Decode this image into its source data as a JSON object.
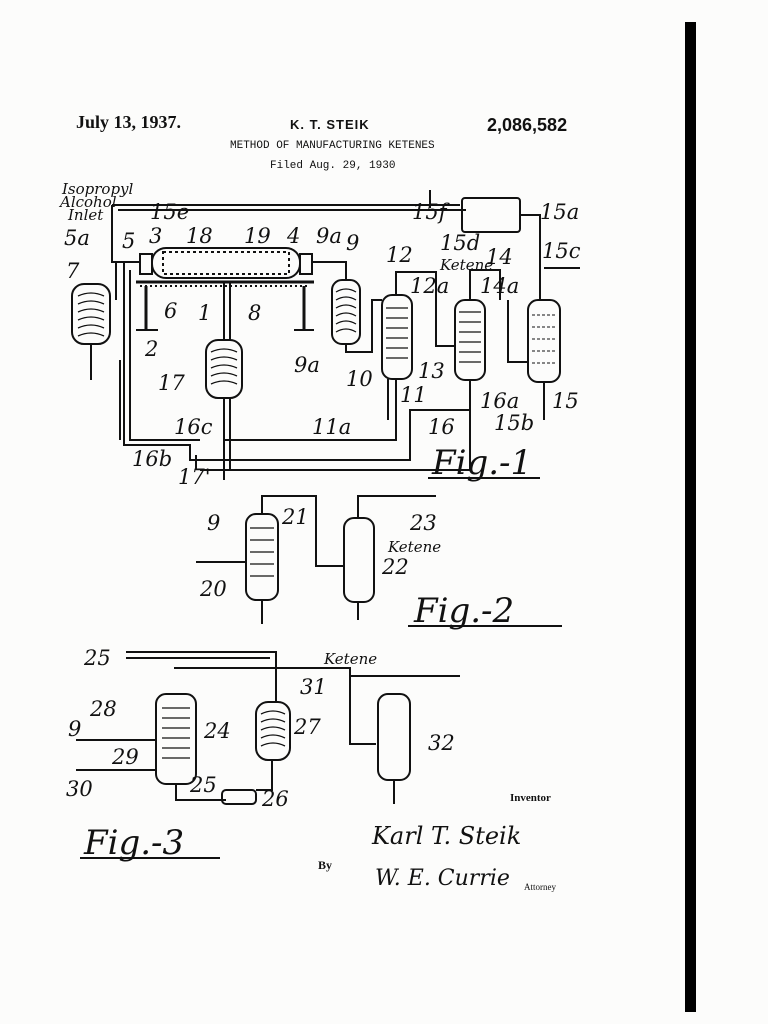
{
  "header": {
    "date": "July 13, 1937.",
    "inventor": "K. T. STEIK",
    "patent_number": "2,086,582",
    "title": "METHOD OF MANUFACTURING KETENES",
    "filed": "Filed Aug. 29, 1930"
  },
  "fig1": {
    "inlet_line1": "Isopropyl",
    "inlet_line2": "Alcohol",
    "inlet_line3": "Inlet",
    "ketene": "Ketene",
    "caption": "Fig.-1",
    "labels": {
      "l15e": "15e",
      "l15f": "15f",
      "l15a": "15a",
      "l5a": "5a",
      "l5": "5",
      "l3": "3",
      "l18": "18",
      "l19": "19",
      "l4": "4",
      "l9a_top": "9a",
      "l9": "9",
      "l12": "12",
      "l15d": "15d",
      "l14": "14",
      "l15c": "15c",
      "l7": "7",
      "l12a": "12a",
      "l14a": "14a",
      "l6": "6",
      "l1": "1",
      "l8": "8",
      "l2": "2",
      "l9a_bot": "9a",
      "l17": "17",
      "l10": "10",
      "l13": "13",
      "l11": "11",
      "l16a": "16a",
      "l15": "15",
      "l15b": "15b",
      "l16c": "16c",
      "l11a": "11a",
      "l16": "16",
      "l16b": "16b",
      "l17p": "17'"
    }
  },
  "fig2": {
    "ketene": "Ketene",
    "caption": "Fig.-2",
    "labels": {
      "l9": "9",
      "l21": "21",
      "l23": "23",
      "l22": "22",
      "l20": "20"
    }
  },
  "fig3": {
    "ketene": "Ketene",
    "caption": "Fig.-3",
    "labels": {
      "l25a": "25",
      "l31": "31",
      "l28": "28",
      "l9": "9",
      "l24": "24",
      "l27": "27",
      "l32": "32",
      "l29": "29",
      "l30": "30",
      "l25b": "25",
      "l26": "26"
    }
  },
  "signature": {
    "inventor_label": "Inventor",
    "inventor_signature": "Karl T. Steik",
    "by": "By",
    "attorney_signature": "W. E. Currie",
    "attorney_label": "Attorney"
  }
}
